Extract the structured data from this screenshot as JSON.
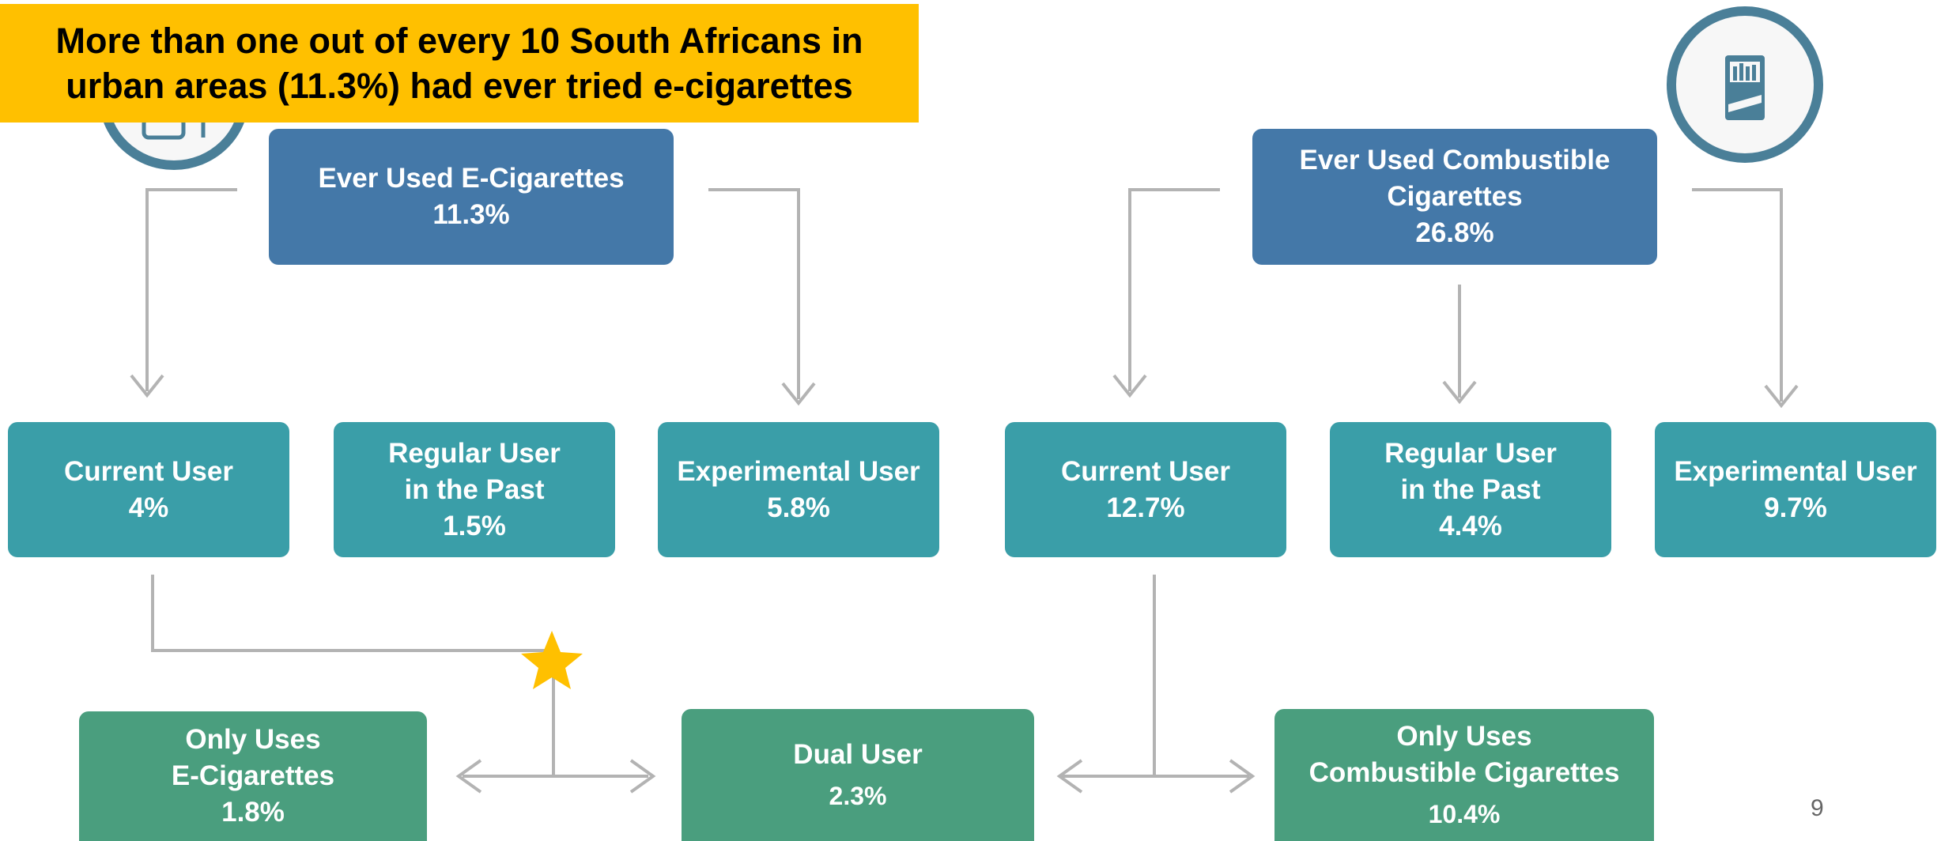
{
  "banner": {
    "line1": "More than one out of every 10 South Africans in",
    "line2": "urban areas (11.3%) had ever tried e-cigarettes"
  },
  "ecig": {
    "top": {
      "label": "Ever Used E-Cigarettes",
      "value": "11.3%"
    },
    "current": {
      "label": "Current User",
      "value": "4%"
    },
    "regular": {
      "line1": "Regular User",
      "line2": "in the Past",
      "value": "1.5%"
    },
    "experimental": {
      "label": "Experimental User",
      "value": "5.8%"
    }
  },
  "combustible": {
    "top": {
      "line1": "Ever Used Combustible",
      "line2": "Cigarettes",
      "value": "26.8%"
    },
    "current": {
      "label": "Current User",
      "value": "12.7%"
    },
    "regular": {
      "line1": "Regular User",
      "line2": "in the Past",
      "value": "4.4%"
    },
    "experimental": {
      "label": "Experimental User",
      "value": "9.7%"
    }
  },
  "bottom": {
    "only_ecig": {
      "line1": "Only Uses",
      "line2": "E-Cigarettes",
      "value": "1.8%"
    },
    "dual": {
      "label": "Dual User",
      "value": "2.3%"
    },
    "only_comb": {
      "line1": "Only Uses",
      "line2": "Combustible Cigarettes",
      "value": "10.4%"
    }
  },
  "page_number": "9",
  "colors": {
    "banner": "#FFC000",
    "top_box": "#4478A8",
    "middle_box": "#3A9EA8",
    "bottom_box": "#4A9E7E",
    "star": "#FFC000",
    "connector": "#b3b3b3"
  },
  "icons": [
    "e-cigarette-icon",
    "cigarette-pack-icon",
    "star-icon"
  ]
}
